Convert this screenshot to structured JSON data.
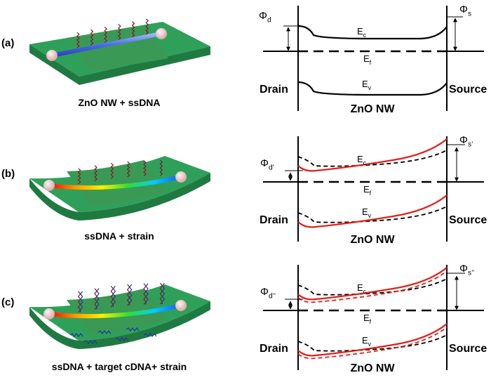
{
  "colors": {
    "substrate_top": "#2fa05a",
    "substrate_side": "#1f7a42",
    "electrode": "#4dbb74",
    "channel": "#3a9a55",
    "strained_band": "#e0201a",
    "reference_band": "#000000"
  },
  "panels": [
    {
      "label": "(a)",
      "caption": "ZnO NW + ssDNA",
      "band": {
        "phi_left": "Φ",
        "phi_left_sub": "d",
        "phi_right": "Φ",
        "phi_right_sub": "s",
        "ec": "E",
        "ec_sub": "c",
        "ef": "E",
        "ef_sub": "f",
        "ev": "E",
        "ev_sub": "v",
        "left_label": "Drain",
        "right_label": "Source",
        "bottom_label": "ZnO NW"
      }
    },
    {
      "label": "(b)",
      "caption": "ssDNA + strain",
      "band": {
        "phi_left": "Φ",
        "phi_left_sub": "d’",
        "phi_right": "Φ",
        "phi_right_sub": "s’",
        "ec": "E",
        "ec_sub": "c",
        "ef": "E",
        "ef_sub": "f",
        "ev": "E",
        "ev_sub": "v",
        "left_label": "Drain",
        "right_label": "Source",
        "bottom_label": "ZnO NW"
      }
    },
    {
      "label": "(c)",
      "caption": "ssDNA + target cDNA+ strain",
      "band": {
        "phi_left": "Φ",
        "phi_left_sub": "d’’",
        "phi_right": "Φ",
        "phi_right_sub": "s’’",
        "ec": "E",
        "ec_sub": "c",
        "ef": "E",
        "ef_sub": "f",
        "ev": "E",
        "ev_sub": "v",
        "left_label": "Drain",
        "right_label": "Source",
        "bottom_label": "ZnO NW"
      }
    }
  ]
}
